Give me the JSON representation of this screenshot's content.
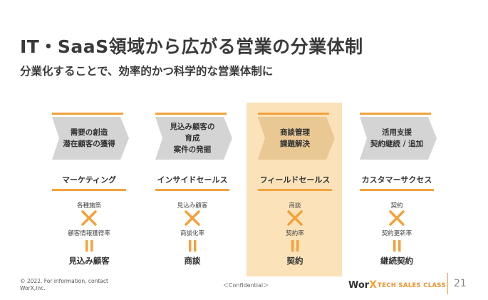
{
  "header": {
    "title": "IT・SaaS領域から広がる営業の分業体制",
    "subtitle": "分業化することで、効率的かつ科学的な営業体制に"
  },
  "colors": {
    "accent": "#f2a23c",
    "highlight": "#fbe2b9",
    "chevron_gray": "#d4d4d4",
    "chevron_highlight": "#e9c893"
  },
  "columns": [
    {
      "chevron_text": "需要の創造\n潜在顧客の獲得",
      "role": "マーケティング",
      "metric_top": "各種施策",
      "metric_bottom": "顧客情報獲得率",
      "result": "見込み顧客",
      "highlighted": false
    },
    {
      "chevron_text": "見込み顧客の\n育成\n案件の発掘",
      "role": "インサイドセールス",
      "metric_top": "見込み顧客",
      "metric_bottom": "商談化率",
      "result": "商談",
      "highlighted": false
    },
    {
      "chevron_text": "商談管理\n課題解決",
      "role": "フィールドセールス",
      "metric_top": "商談",
      "metric_bottom": "契約率",
      "result": "契約",
      "highlighted": true
    },
    {
      "chevron_text": "活用支援\n契約継続 / 追加",
      "role": "カスタマーサクセス",
      "metric_top": "契約",
      "metric_bottom": "契約更新率",
      "result": "継続契約",
      "highlighted": false
    }
  ],
  "footer": {
    "copyright": "© 2022. For information, contact\nWorX,Inc.",
    "confidential": "＜Confidential＞",
    "brand_main": "Wor",
    "brand_x": "X",
    "brand_sub": "TECH SALES CLASS",
    "page_number": "21"
  }
}
